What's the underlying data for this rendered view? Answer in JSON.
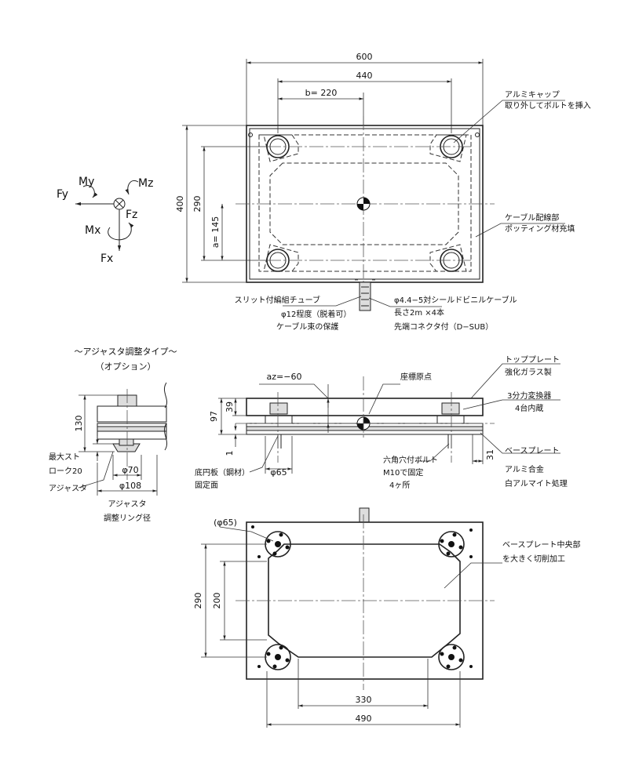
{
  "top_view": {
    "dim_600": "600",
    "dim_440": "440",
    "dim_b": "b= 220",
    "dim_400": "400",
    "dim_290": "290",
    "dim_a": "a= 145",
    "label_cap_1": "アルミキャップ",
    "label_cap_2": "取り外してボルトを挿入",
    "label_cable_1": "ケーブル配線部",
    "label_cable_2": "ポッティング材充填",
    "label_tube_1": "スリット付編組チューブ",
    "label_tube_2": "φ12程度（脱着可）",
    "label_tube_3": "ケーブル束の保護",
    "label_vinyl_1": "φ4.4−5対シールドビニルケーブル",
    "label_vinyl_2": "長さ2m ×4本",
    "label_vinyl_3": "先端コネクタ付（D−SUB）"
  },
  "axes": {
    "My": "My",
    "Mz": "Mz",
    "Fy": "Fy",
    "Fz": "Fz",
    "Mx": "Mx",
    "Fx": "Fx"
  },
  "adjuster": {
    "title_1": "〜アジャスタ調整タイプ〜",
    "title_2": "（オプション）",
    "dim_130": "130",
    "label_stroke_1": "最大スト",
    "label_stroke_2": "ローク20",
    "label_adjuster": "アジャスタ",
    "dim_70": "φ70",
    "dim_108": "φ108",
    "label_ring_1": "アジャスタ",
    "label_ring_2": "調整リング径"
  },
  "side_view": {
    "dim_az": "az=−60",
    "label_origin": "座標原点",
    "dim_39": "39",
    "dim_97": "97",
    "dim_1": "1",
    "dim_65": "φ65",
    "dim_31": "31",
    "label_floor_1": "底円板（鋼材）",
    "label_floor_2": "固定面",
    "label_bolt_1": "六角穴付ボルト",
    "label_bolt_2": "M10で固定",
    "label_bolt_3": "4ヶ所",
    "label_top_1": "トッププレート",
    "label_top_2": "強化ガラス製",
    "label_sensor_1": "3分力変換器",
    "label_sensor_2": "4台内蔵",
    "label_base_1": "ベースプレート",
    "label_base_2": "アルミ合金",
    "label_base_3": "白アルマイト処理"
  },
  "bottom_view": {
    "dim_65p": "(φ65)",
    "dim_290": "290",
    "dim_200": "200",
    "dim_330": "330",
    "dim_490": "490",
    "label_center_1": "ベースプレート中央部",
    "label_center_2": "を大きく切削加工"
  }
}
